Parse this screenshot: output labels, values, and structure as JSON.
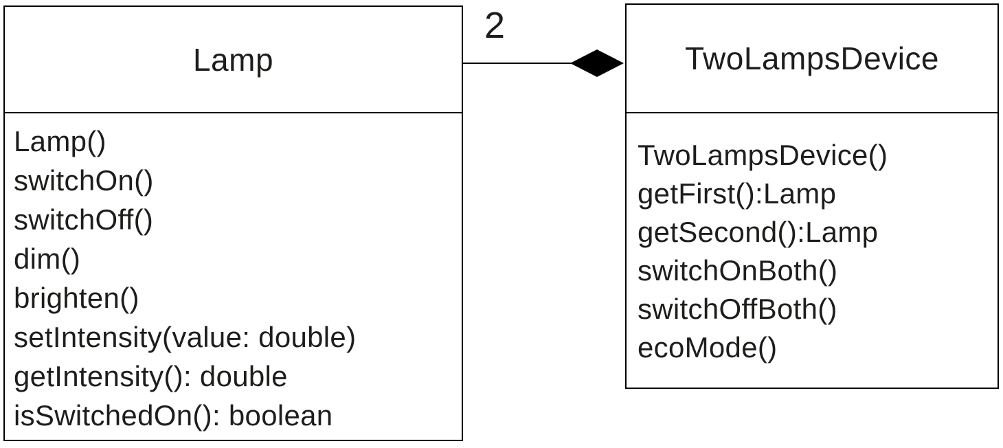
{
  "diagram": {
    "kind": "uml-class-diagram",
    "background_color": "#ffffff",
    "line_color": "#000000",
    "text_color": "#1d1d1b"
  },
  "classes": [
    {
      "name": "Lamp",
      "methods": [
        "Lamp()",
        "switchOn()",
        "switchOff()",
        "dim()",
        "brighten()",
        "setIntensity(value: double)",
        "getIntensity(): double",
        "isSwitchedOn(): boolean"
      ]
    },
    {
      "name": "TwoLampsDevice",
      "methods": [
        "TwoLampsDevice()",
        "getFirst():Lamp",
        "getSecond():Lamp",
        "switchOnBoth()",
        "switchOffBoth()",
        "ecoMode()"
      ]
    }
  ],
  "relationship": {
    "type": "composition",
    "multiplicity": "2",
    "source": "Lamp",
    "target": "TwoLampsDevice"
  }
}
